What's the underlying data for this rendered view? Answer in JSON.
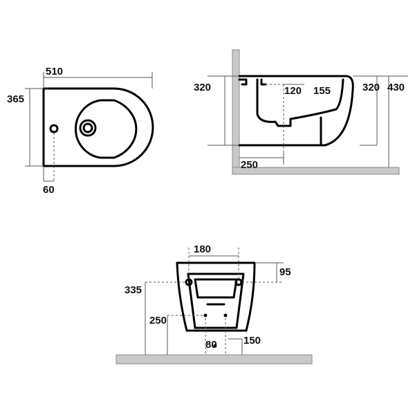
{
  "top_view": {
    "width": "510",
    "depth": "365",
    "hole_offset": "60"
  },
  "side_view": {
    "rim_height_left": "320",
    "inner_depth": "120",
    "inner_height": "155",
    "rim_height_right": "320",
    "total_height": "430",
    "outlet_offset": "250"
  },
  "front_view": {
    "bolt_spacing": "180",
    "bolt_drop": "95",
    "bolt_height": "335",
    "waste_height": "250",
    "waste_width": "150",
    "waste_diameter": "80"
  }
}
